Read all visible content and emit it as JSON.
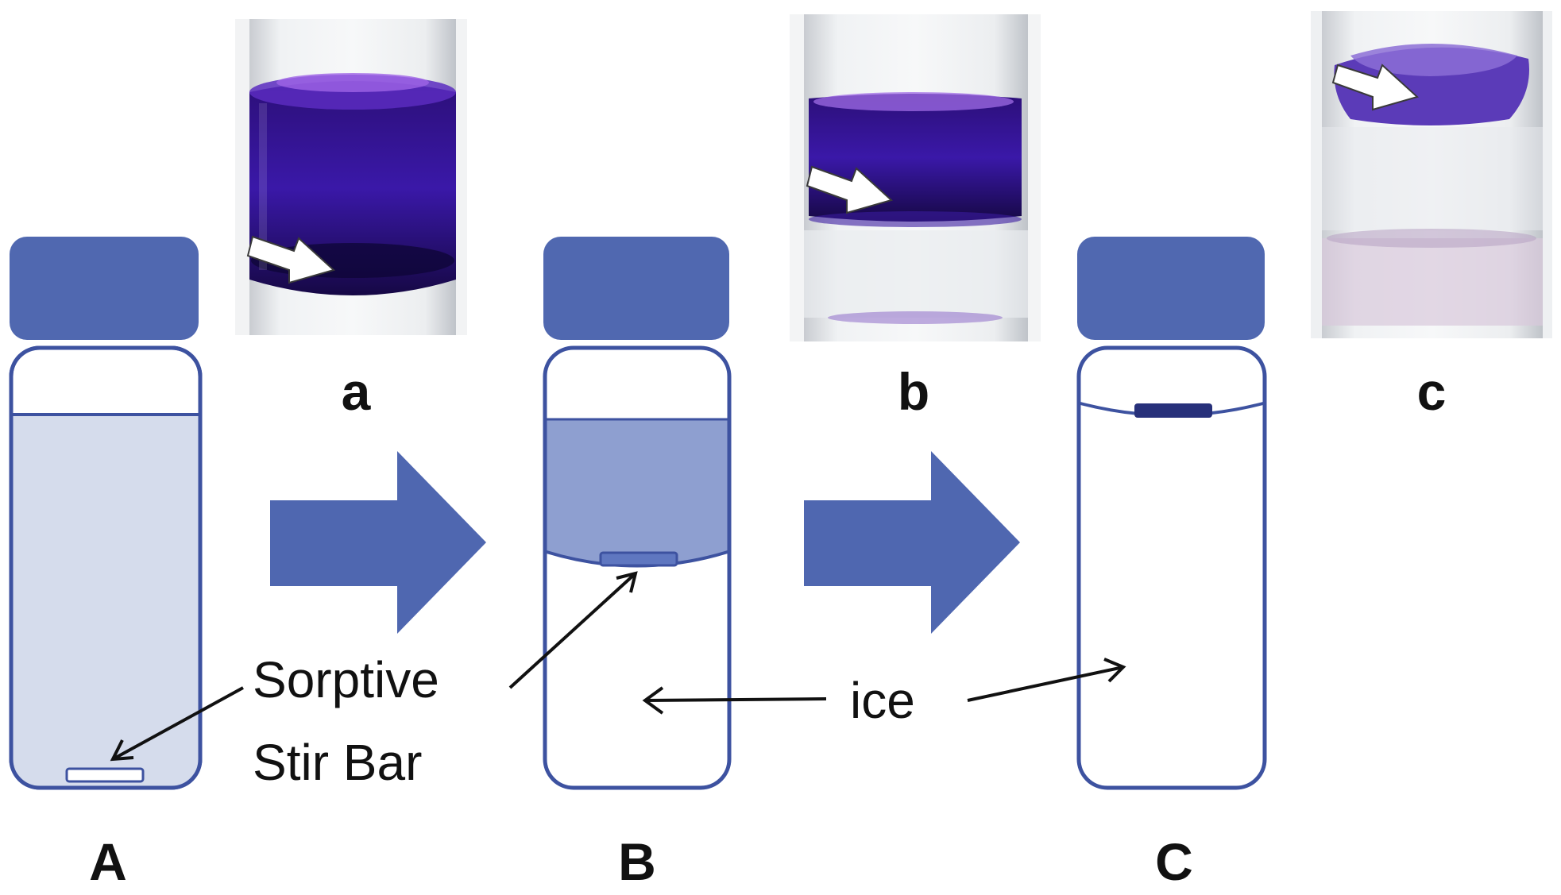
{
  "labels": {
    "vial_a": "A",
    "vial_b": "B",
    "vial_c": "C",
    "photo_a": "a",
    "photo_b": "b",
    "photo_c": "c",
    "sorptive_line1": "Sorptive",
    "sorptive_line2": "Stir Bar",
    "ice": "ice"
  },
  "colors": {
    "cap": "#5068b0",
    "outline": "#3d52a0",
    "liquid_light": "#d5dcec",
    "liquid_mid": "#8e9fd0",
    "process_arrow": "#4f67b0",
    "dye_purple": "#3a159c",
    "stir_bar_dark": "#27307a",
    "text": "#111111"
  },
  "icons": {
    "process_arrow": "block-arrow-right",
    "photo_arrow": "white-arrow"
  }
}
